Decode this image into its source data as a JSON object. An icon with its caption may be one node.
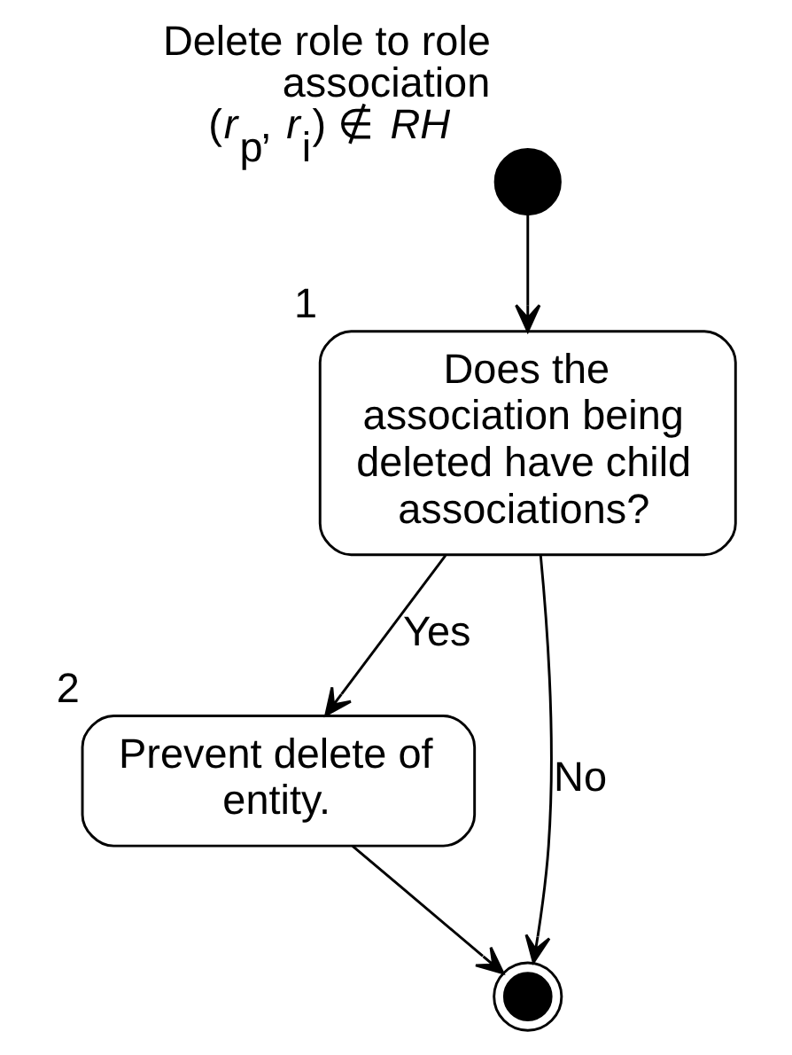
{
  "diagram": {
    "nodes": [
      {
        "text": [],
        "shape": "circle",
        "beside": [
          "Delete role to role association",
          "(*r*$_{p}$, *r*$_{i}$) ∉ *RH*"
        ]
      },
      {
        "text": [
          "Does the association being deleted have child associations?"
        ],
        "beside": [
          "1"
        ]
      },
      {
        "text": [
          "Prevent delete of entity."
        ],
        "beside": [
          "2"
        ]
      },
      {
        "text": [],
        "shape": "circle"
      }
    ],
    "edges": [
      {
        "from": 0,
        "to": 1,
        "arrow": "to"
      },
      {
        "from": 1,
        "to": 2,
        "arrow": "to",
        "label": "Yes"
      },
      {
        "from": 2,
        "to": 3,
        "arrow": "to"
      },
      {
        "from": 1,
        "to": 3,
        "arrow": "to",
        "label": "No"
      }
    ]
  }
}
